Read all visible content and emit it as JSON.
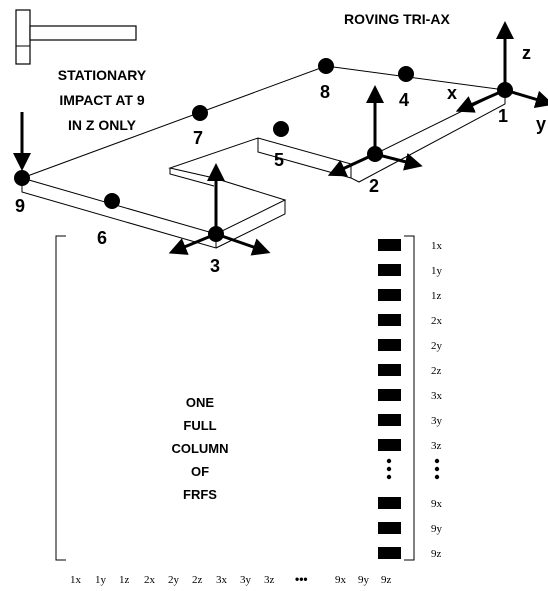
{
  "labels": {
    "roving": "ROVING TRI-AX",
    "stationary": [
      "STATIONARY",
      "IMPACT AT 9",
      "IN Z ONLY"
    ],
    "column_text": [
      "ONE",
      "FULL",
      "COLUMN",
      "OF",
      "FRFS"
    ],
    "axis_z": "z",
    "axis_x": "x",
    "axis_y": "y"
  },
  "points": [
    "1",
    "2",
    "3",
    "4",
    "5",
    "6",
    "7",
    "8",
    "9"
  ],
  "row_labels": [
    "1x",
    "1y",
    "1z",
    "2x",
    "2y",
    "2z",
    "3x",
    "3y",
    "3z",
    "9x",
    "9y",
    "9z"
  ],
  "column_labels": [
    "1x",
    "1y",
    "1z",
    "2x",
    "2y",
    "2z",
    "3x",
    "3y",
    "3z",
    "9x",
    "9y",
    "9z"
  ],
  "ellipsis_symbol": "•••"
}
